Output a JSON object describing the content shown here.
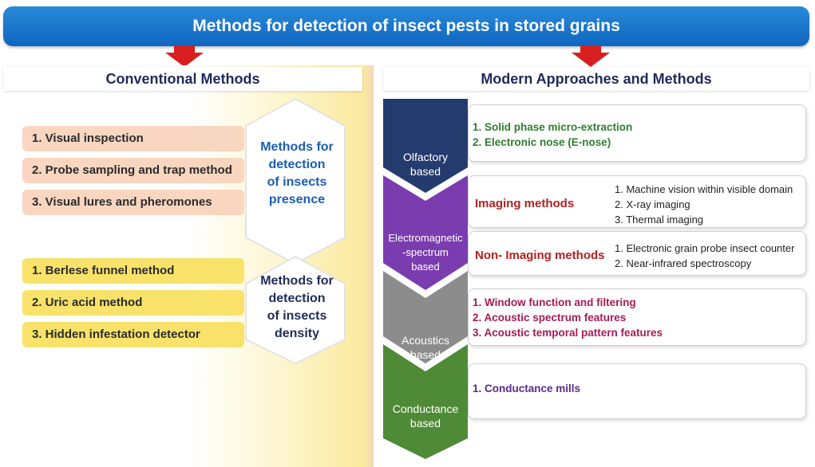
{
  "title": "Methods for detection of insect pests in stored grains",
  "colors": {
    "title_blue": "#1a72cc",
    "arrow_red": "#d71f1f",
    "olfactory": "#243b6e",
    "electromagnetic": "#7b3cb0",
    "acoustics": "#8c8c8c",
    "conductance": "#4f8a36"
  },
  "conventional": {
    "heading": "Conventional  Methods",
    "presence": {
      "items": [
        "1. Visual inspection",
        "2. Probe sampling and trap method",
        "3. Visual lures and pheromones"
      ],
      "hex_lines": [
        "Methods for",
        "detection",
        "of insects",
        "presence"
      ]
    },
    "density": {
      "items": [
        "1. Berlese funnel method",
        "2. Uric acid method",
        "3. Hidden infestation detector"
      ],
      "hex_lines": [
        "Methods for",
        "detection",
        "of insects",
        "density"
      ]
    }
  },
  "modern": {
    "heading": "Modern Approaches and Methods",
    "olfactory": {
      "label_lines": [
        "Olfactory",
        "based"
      ],
      "items": [
        "1.  Solid phase micro-extraction",
        "2.  Electronic nose (E-nose)"
      ]
    },
    "electromagnetic": {
      "label_lines": [
        "Electromagnetic",
        "-spectrum",
        "based"
      ],
      "imaging_heading": "Imaging methods",
      "imaging_items": [
        "1.   Machine vision within visible domain",
        "2.   X-ray imaging",
        "3.   Thermal imaging"
      ],
      "non_imaging_heading": "Non- Imaging methods",
      "non_imaging_items": [
        "1.   Electronic grain probe insect counter",
        "2.   Near-infrared spectroscopy"
      ]
    },
    "acoustics": {
      "label_lines": [
        "Acoustics",
        "based"
      ],
      "items": [
        "1.  Window function and filtering",
        "2.  Acoustic spectrum features",
        "3.  Acoustic temporal pattern features"
      ]
    },
    "conductance": {
      "label_lines": [
        "Conductance",
        "based"
      ],
      "items": [
        "1.  Conductance mills"
      ]
    }
  }
}
